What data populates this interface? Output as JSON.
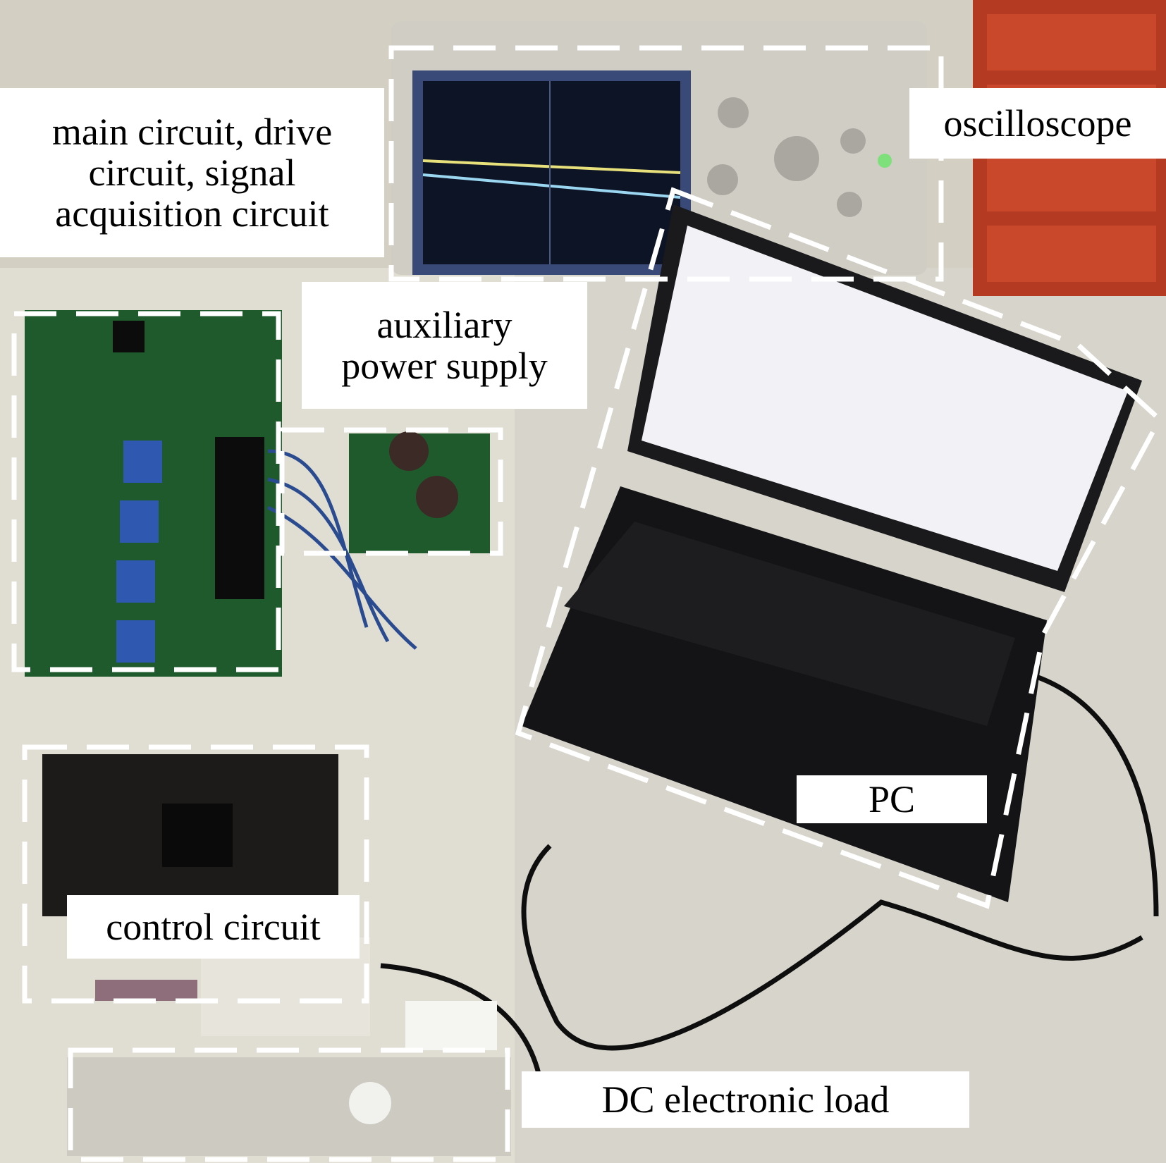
{
  "labels": {
    "main_circuit": "main circuit, drive\ncircuit, signal\nacquisition circuit",
    "oscilloscope": "oscilloscope",
    "auxiliary_power": "auxiliary\npower supply",
    "pc": "PC",
    "control_circuit": "control circuit",
    "dc_load": "DC electronic load"
  },
  "colors": {
    "table": "#d9d6cc",
    "pcb_green": "#1f5a2c",
    "laptop_body": "#141416",
    "screen_dark": "#0c1426",
    "dashed_box": "#ffffff"
  }
}
